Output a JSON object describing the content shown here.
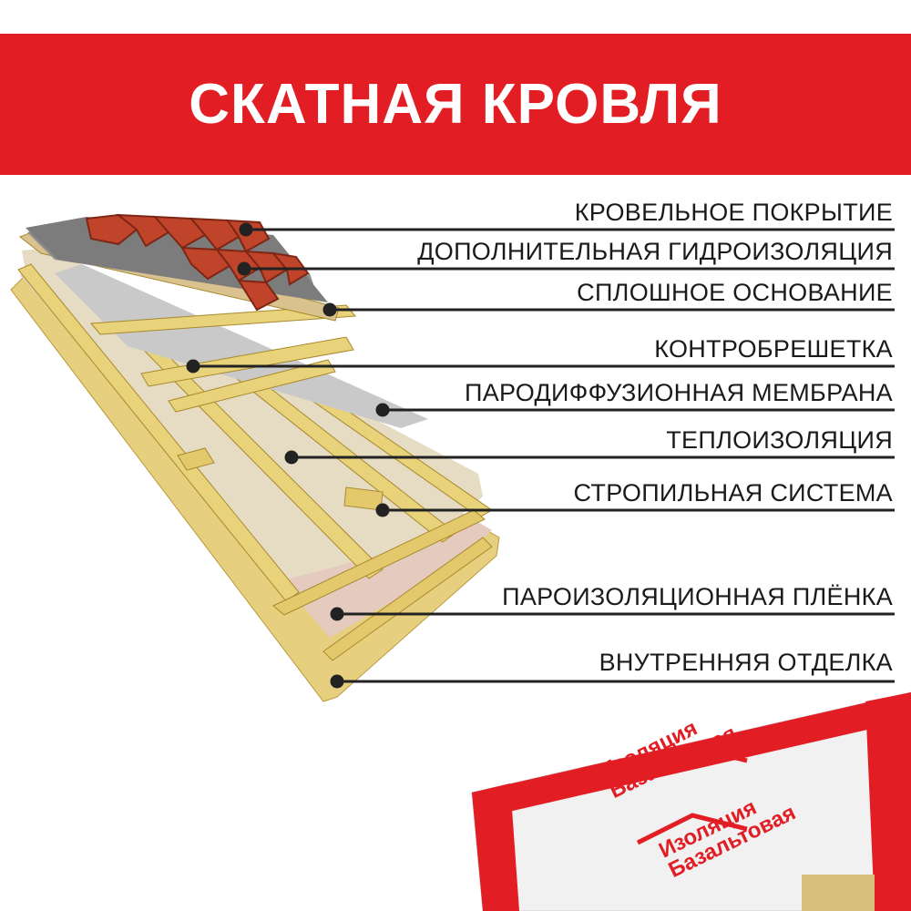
{
  "header": {
    "title": "СКАТНАЯ КРОВЛЯ",
    "background": "#e21d24"
  },
  "layers": [
    {
      "label": "КРОВЕЛЬНОЕ ПОКРЫТИЕ"
    },
    {
      "label": "ДОПОЛНИТЕЛЬНАЯ ГИДРОИЗОЛЯЦИЯ"
    },
    {
      "label": "СПЛОШНОЕ ОСНОВАНИЕ"
    },
    {
      "label": "КОНТРОБРЕШЕТКА"
    },
    {
      "label": "ПАРОДИФФУЗИОННАЯ МЕМБРАНА"
    },
    {
      "label": "ТЕПЛОИЗОЛЯЦИЯ"
    },
    {
      "label": "СТРОПИЛЬНАЯ СИСТЕМА"
    },
    {
      "label": "ПАРОИЗОЛЯЦИОННАЯ ПЛЁНКА"
    },
    {
      "label": "ВНУТРЕННЯЯ ОТДЕЛКА"
    }
  ],
  "product": {
    "brand_line1": "Изоляция",
    "brand_line2": "Базальтовая"
  },
  "colors": {
    "accent": "#e21d24",
    "leader": "#222222",
    "timber": "#e8d27a",
    "insulation": "#e6dcc4",
    "membrane": "#c9c9c9",
    "shingle": "#c0442a"
  }
}
